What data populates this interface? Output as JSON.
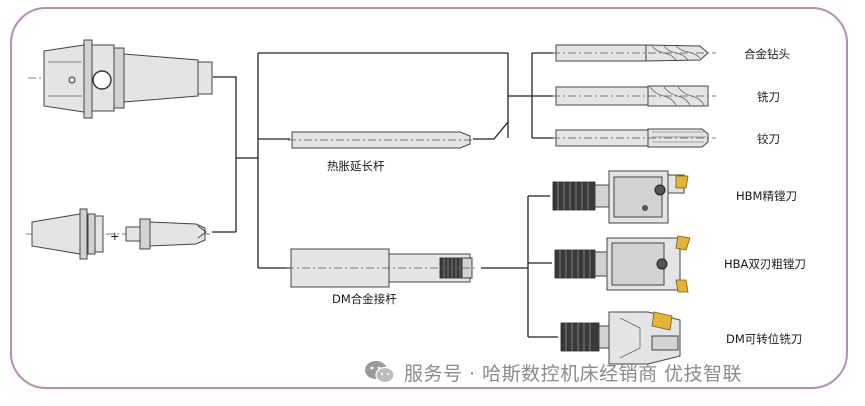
{
  "labels": {
    "extension": "热胀延长杆",
    "dm_rod": "DM合金接杆",
    "drill": "合金钻头",
    "mill": "铣刀",
    "reamer": "铰刀",
    "hbm": "HBM精镗刀",
    "hba": "HBA双刃粗镗刀",
    "dm_mill": "DM可转位铣刀",
    "plus": "+"
  },
  "watermark": {
    "icon": "wechat-icon",
    "text": "服务号 · 哈斯数控机床经销商 优技智联"
  },
  "colors": {
    "frame": "#b58db5",
    "insert": "#e2b43a",
    "thread": "#3a3a3a"
  }
}
